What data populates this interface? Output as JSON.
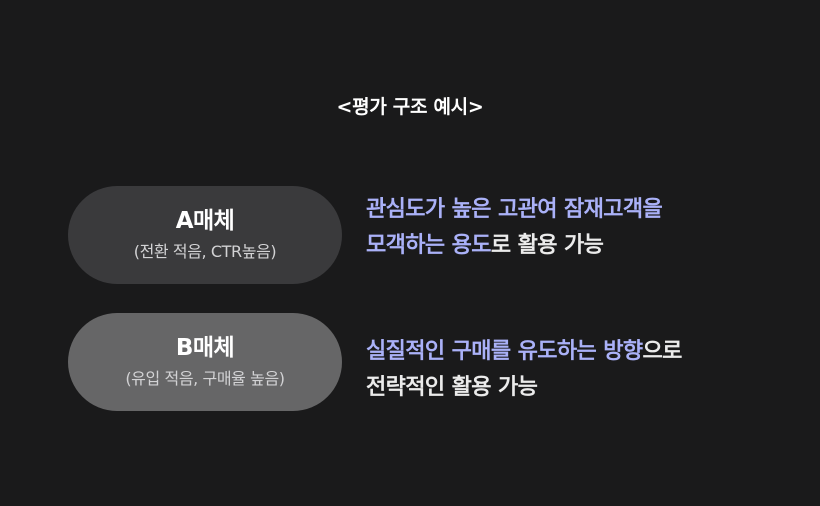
{
  "title": "<평가 구조 예시>",
  "media": [
    {
      "name": "A매체",
      "sub": "(전환 적음, CTR높음)",
      "line1_hl": "관심도가 높은 고관여 잠재고객을",
      "line2_hl": "모객하는 용도",
      "line2_plain": "로 활용 가능"
    },
    {
      "name": "B매체",
      "sub": "(유입 적음, 구매율 높음)",
      "line1_hl": "실질적인 구매를 유도하는 방향",
      "line1_plain": "으로",
      "line2_plain": "전략적인 활용 가능"
    }
  ],
  "colors": {
    "background": "#1a1a1b",
    "pill_a": "#3a3a3c",
    "pill_b": "#666667",
    "highlight": "#aab1f8"
  }
}
